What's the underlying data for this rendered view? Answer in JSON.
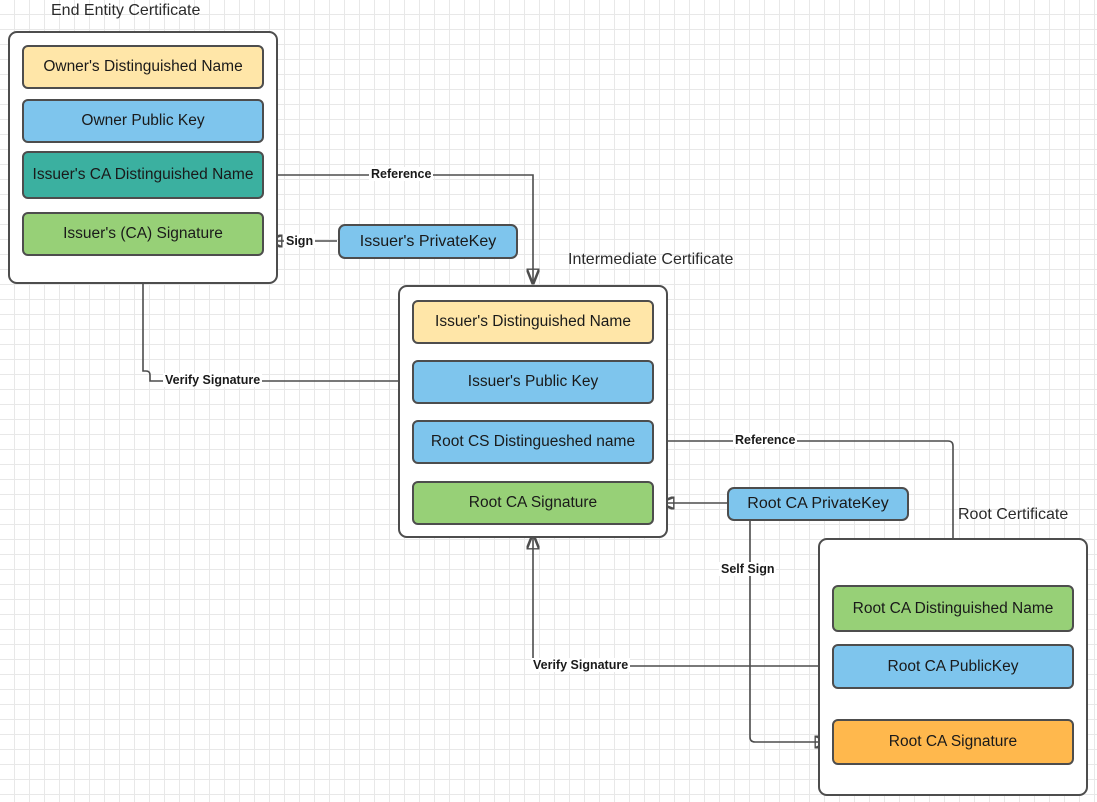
{
  "diagram": {
    "title_end_entity": "End Entity Certificate",
    "title_intermediate": "Intermediate Certificate",
    "title_root": "Root Certificate"
  },
  "end_entity_certificate": {
    "fields": [
      {
        "label": "Owner's Distinguished Name",
        "color": "#ffe6a8"
      },
      {
        "label": "Owner Public  Key",
        "color": "#7ec5ed"
      },
      {
        "label": "Issuer's CA Distinguished Name",
        "color": "#3bb0a0"
      },
      {
        "label": "Issuer's (CA) Signature",
        "color": "#97d077"
      }
    ]
  },
  "intermediate_certificate": {
    "fields": [
      {
        "label": "Issuer's Distinguished Name",
        "color": "#ffe6a8"
      },
      {
        "label": "Issuer's Public  Key",
        "color": "#7ec5ed"
      },
      {
        "label": "Root CS Distingueshed name",
        "color": "#7ec5ed"
      },
      {
        "label": "Root CA Signature",
        "color": "#97d077"
      }
    ]
  },
  "root_certificate": {
    "fields": [
      {
        "label": "Root CA Distinguished Name",
        "color": "#97d077"
      },
      {
        "label": "Root CA PublicKey",
        "color": "#7ec5ed"
      },
      {
        "label": "Root CA Signature",
        "color": "#ffb84d"
      }
    ]
  },
  "keys": {
    "issuer_private_key": "Issuer's PrivateKey",
    "root_ca_private_key": "Root CA PrivateKey"
  },
  "edges": {
    "reference_top": "Reference",
    "sign": "Sign",
    "verify_signature_top": "Verify Signature",
    "reference_bottom": "Reference",
    "self_sign": "Self Sign",
    "verify_signature_bottom": "Verify Signature"
  },
  "colors": {
    "yellow": "#ffe6a8",
    "blue": "#7ec5ed",
    "teal": "#3bb0a0",
    "green": "#97d077",
    "orange": "#ffb84d",
    "stroke": "#4d4d4d",
    "grid": "#e8e8e8"
  }
}
